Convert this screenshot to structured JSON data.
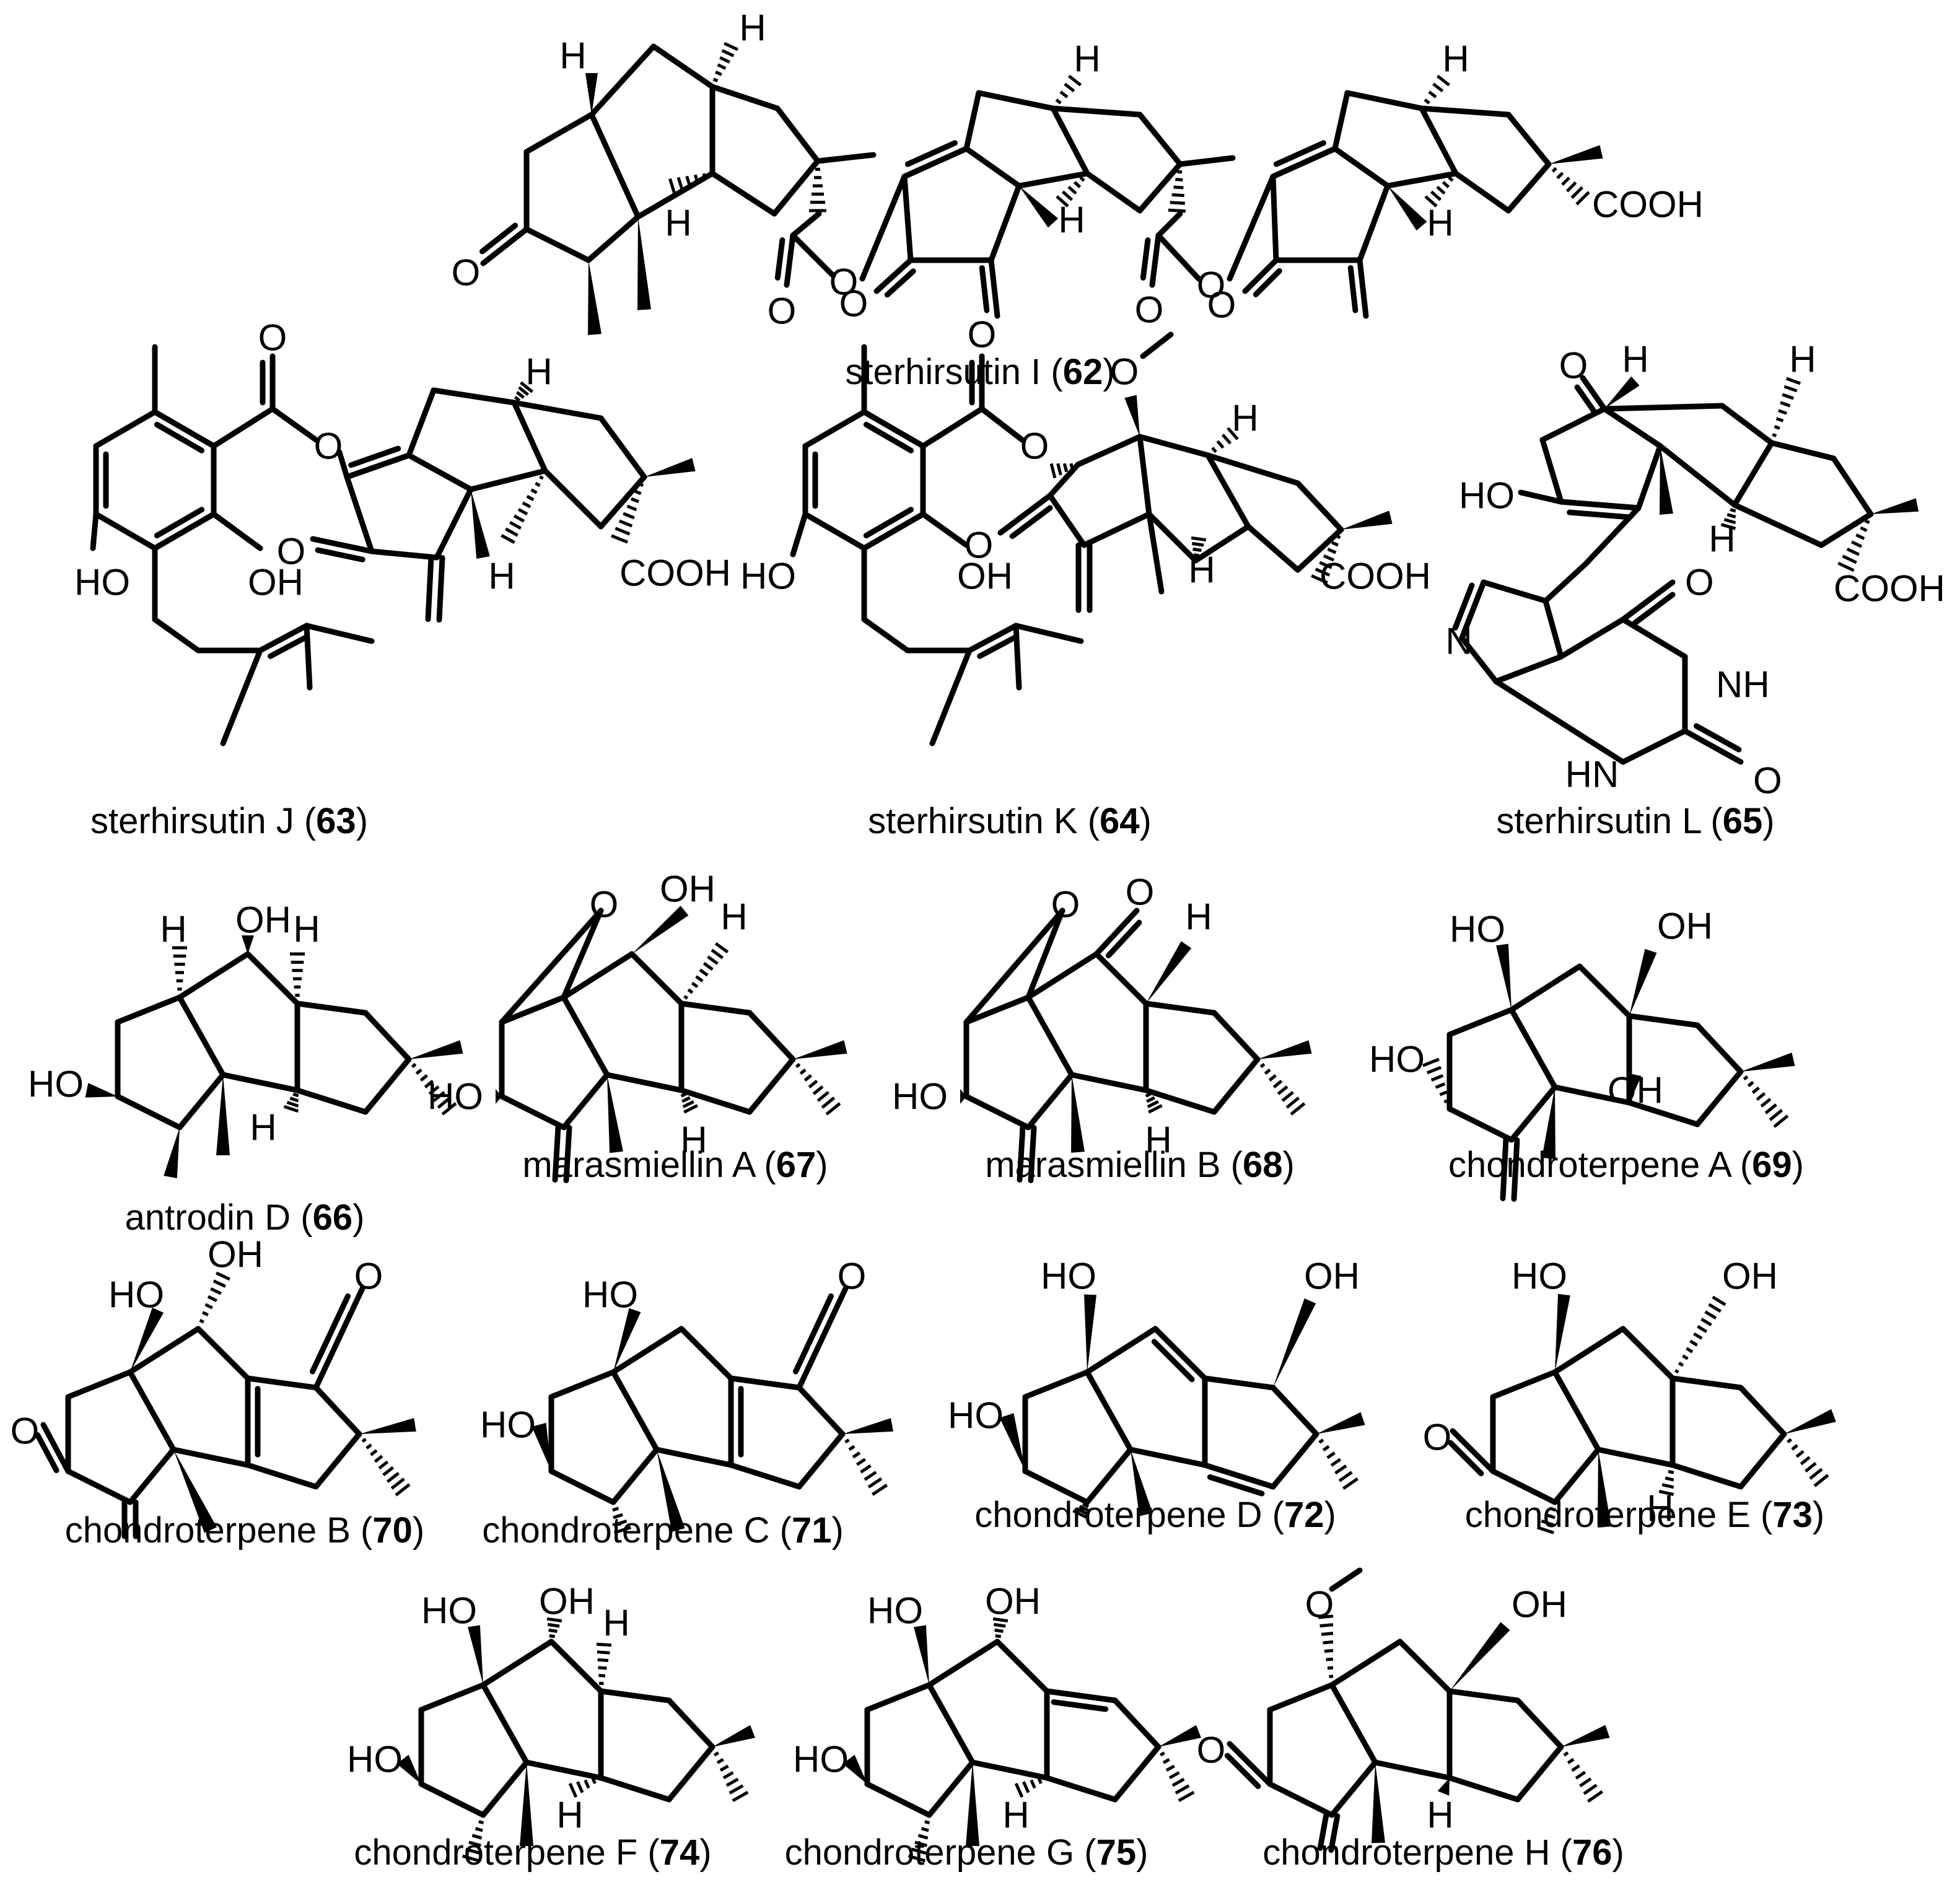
{
  "compounds": [
    {
      "key": "c62",
      "name": "sterhirsutin I",
      "number": "62"
    },
    {
      "key": "c63",
      "name": "sterhirsutin J",
      "number": "63"
    },
    {
      "key": "c64",
      "name": "sterhirsutin K",
      "number": "64"
    },
    {
      "key": "c65",
      "name": "sterhirsutin L",
      "number": "65"
    },
    {
      "key": "c66",
      "name": "antrodin D",
      "number": "66"
    },
    {
      "key": "c67",
      "name": "marasmiellin A",
      "number": "67"
    },
    {
      "key": "c68",
      "name": "marasmiellin B",
      "number": "68"
    },
    {
      "key": "c69",
      "name": "chondroterpene A",
      "number": "69"
    },
    {
      "key": "c70",
      "name": "chondroterpene B",
      "number": "70"
    },
    {
      "key": "c71",
      "name": "chondroterpene C",
      "number": "71"
    },
    {
      "key": "c72",
      "name": "chondroterpene D",
      "number": "72"
    },
    {
      "key": "c73",
      "name": "chondroterpene E",
      "number": "73"
    },
    {
      "key": "c74",
      "name": "chondroterpene F",
      "number": "74"
    },
    {
      "key": "c75",
      "name": "chondroterpene G",
      "number": "75"
    },
    {
      "key": "c76",
      "name": "chondroterpene H",
      "number": "76"
    }
  ],
  "labels": {
    "H": "H",
    "O": "O",
    "N": "N",
    "OH": "OH",
    "HO": "HO",
    "NH": "NH",
    "HN": "HN",
    "COOH": "COOH",
    "open_paren": " (",
    "close_paren": ")"
  }
}
